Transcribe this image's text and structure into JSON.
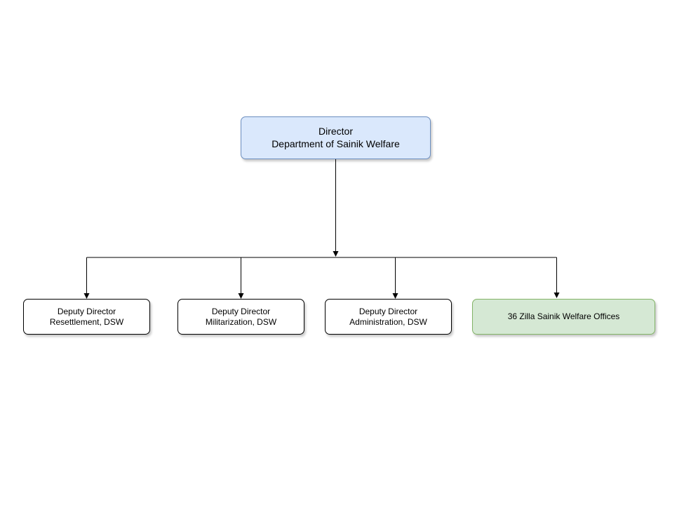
{
  "diagram": {
    "root": {
      "line1": "Director",
      "line2": "Department of Sainik Welfare"
    },
    "children": [
      {
        "line1": "Deputy Director",
        "line2": "Resettlement, DSW"
      },
      {
        "line1": "Deputy Director",
        "line2": "Militarization, DSW"
      },
      {
        "line1": "Deputy Director",
        "line2": "Administration, DSW"
      },
      {
        "line1": "36 Zilla Sainik Welfare Offices"
      }
    ]
  },
  "colors": {
    "root_fill": "#dae8fc",
    "root_border": "#6c8ebf",
    "offices_fill": "#d5e8d4",
    "offices_border": "#82b366",
    "connector": "#000000"
  }
}
